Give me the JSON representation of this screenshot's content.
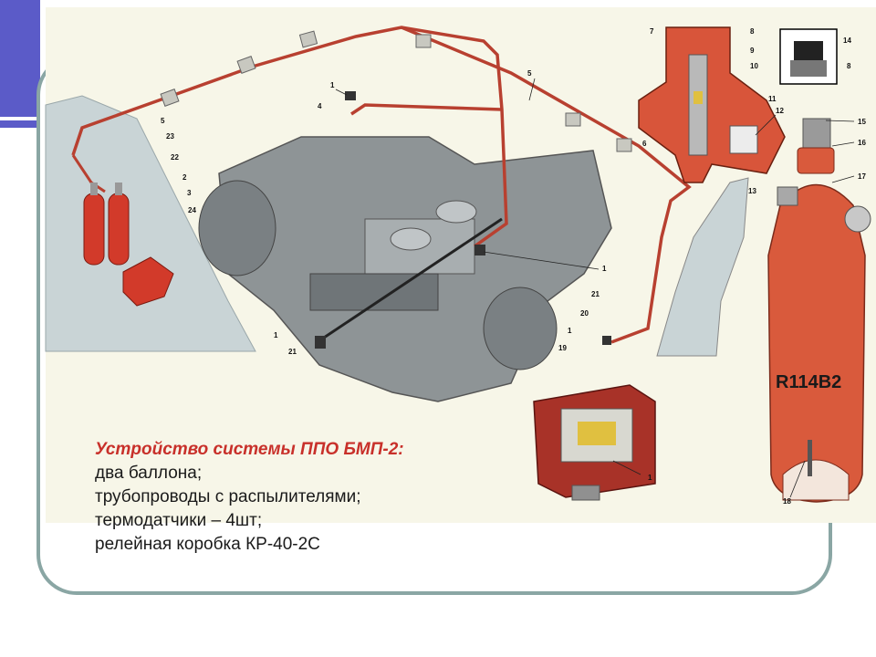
{
  "caption": {
    "title": "Устройство системы ППО БМП-2:",
    "lines": [
      "два баллона;",
      "трубопроводы с распылителями;",
      "термодатчики – 4шт;",
      "релейная коробка КР-40-2С"
    ]
  },
  "cylinder_marking": "R114B2",
  "callouts": [
    "1",
    "2",
    "3",
    "4",
    "5",
    "6",
    "7",
    "8",
    "9",
    "10",
    "11",
    "12",
    "13",
    "14",
    "15",
    "16",
    "17",
    "18",
    "19",
    "20",
    "21",
    "22",
    "23",
    "24"
  ],
  "colors": {
    "accent_red": "#c8302a",
    "frame": "#8aa6a4",
    "bar": "#5b5bc8",
    "panel": "#f7f6e8",
    "cylinder": "#d95a3c"
  }
}
